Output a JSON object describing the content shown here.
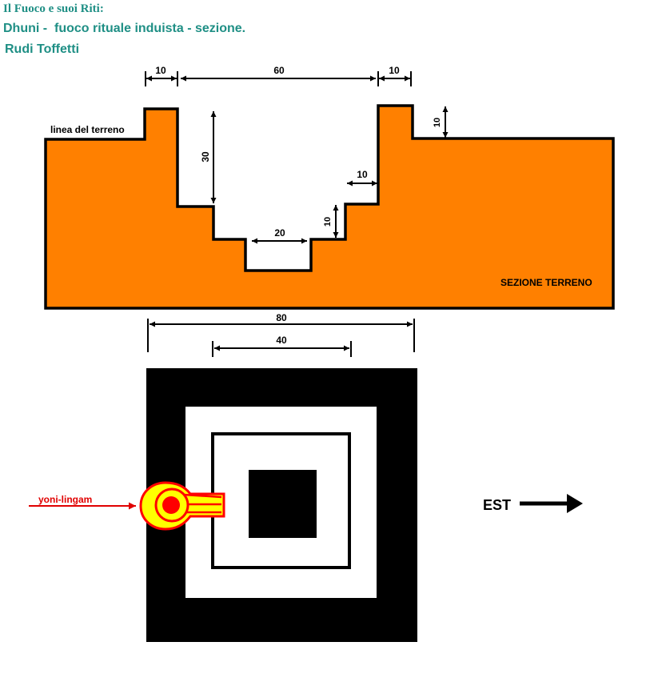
{
  "header": {
    "title": "Il Fuoco e suoi Riti:",
    "subtitle": "Dhuni -  fuoco rituale induista - sezione.",
    "author": "Rudi Toffetti"
  },
  "section": {
    "ground_line_label": "linea del terreno",
    "section_label": "SEZIONE TERRENO",
    "dims": {
      "left_step_width": "10",
      "pit_width": "60",
      "right_step_width": "10",
      "step_height": "10",
      "pit_depth": "30",
      "ledge_width": "10",
      "ledge_height": "10",
      "bottom_width": "20"
    }
  },
  "plan": {
    "outer_width": "80",
    "inner_width": "40",
    "yoni_label": "yoni-lingam",
    "east_label": "EST"
  },
  "colors": {
    "earth": "#ff8000",
    "title": "#1f8f85",
    "arrow_red": "#e00000",
    "yoni_outer": "#ffff00",
    "yoni_inner": "#ff0000"
  }
}
